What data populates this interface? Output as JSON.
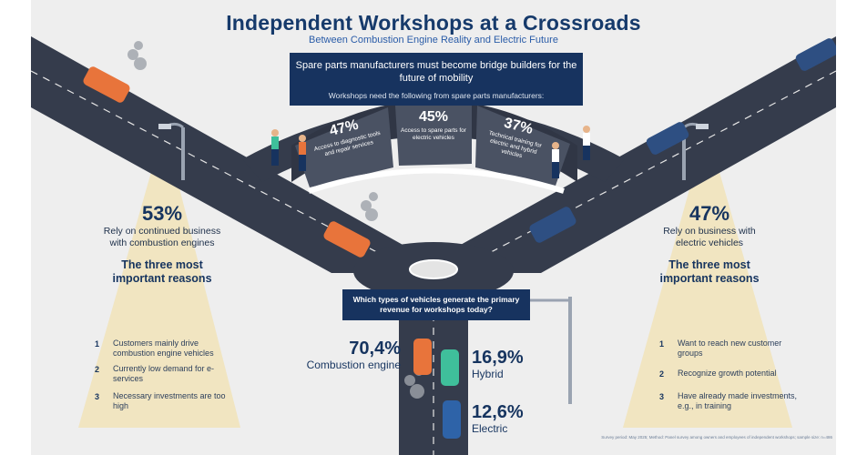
{
  "header": {
    "title": "Independent Workshops at a Crossroads",
    "subtitle": "Between Combustion Engine Reality and Electric Future"
  },
  "banner": {
    "headline": "Spare parts manufacturers must become bridge builders for the future of mobility",
    "subline": "Workshops need the following from spare parts manufacturers:"
  },
  "needs": [
    {
      "percent": "47%",
      "label": "Access to diagnostic tools and repair services"
    },
    {
      "percent": "45%",
      "label": "Access to spare parts for electric vehicles"
    },
    {
      "percent": "37%",
      "label": "Technical training for electric and hybrid vehicles"
    }
  ],
  "left": {
    "percent": "53%",
    "text": "Rely on continued business with combustion engines",
    "reasons_title": "The three most important reasons",
    "reasons": [
      {
        "num": "1",
        "text": "Customers mainly drive combustion engine vehicles"
      },
      {
        "num": "2",
        "text": "Currently low demand for e-services"
      },
      {
        "num": "3",
        "text": "Necessary investments are too high"
      }
    ]
  },
  "right": {
    "percent": "47%",
    "text": "Rely on business with electric vehicles",
    "reasons_title": "The three most important reasons",
    "reasons": [
      {
        "num": "1",
        "text": "Want to reach new customer groups"
      },
      {
        "num": "2",
        "text": "Recognize growth potential"
      },
      {
        "num": "3",
        "text": "Have already made investments, e.g., in training"
      }
    ]
  },
  "revenue": {
    "question": "Which types of vehicles generate the primary revenue for workshops today?",
    "items": [
      {
        "percent": "70,4%",
        "label": "Combustion engine",
        "color": "#e8743b"
      },
      {
        "percent": "16,9%",
        "label": "Hybrid",
        "color": "#3fbf9b"
      },
      {
        "percent": "12,6%",
        "label": "Electric",
        "color": "#2e63a8"
      }
    ]
  },
  "footnote": "Survey period: May 2025; Method: Panel survey among owners and employees of independent workshops; sample size: n=486",
  "colors": {
    "navy": "#17335f",
    "road": "#353c4c",
    "light": "#f3d98a",
    "orange_car": "#e8743b",
    "blue_car": "#2e4f82"
  }
}
